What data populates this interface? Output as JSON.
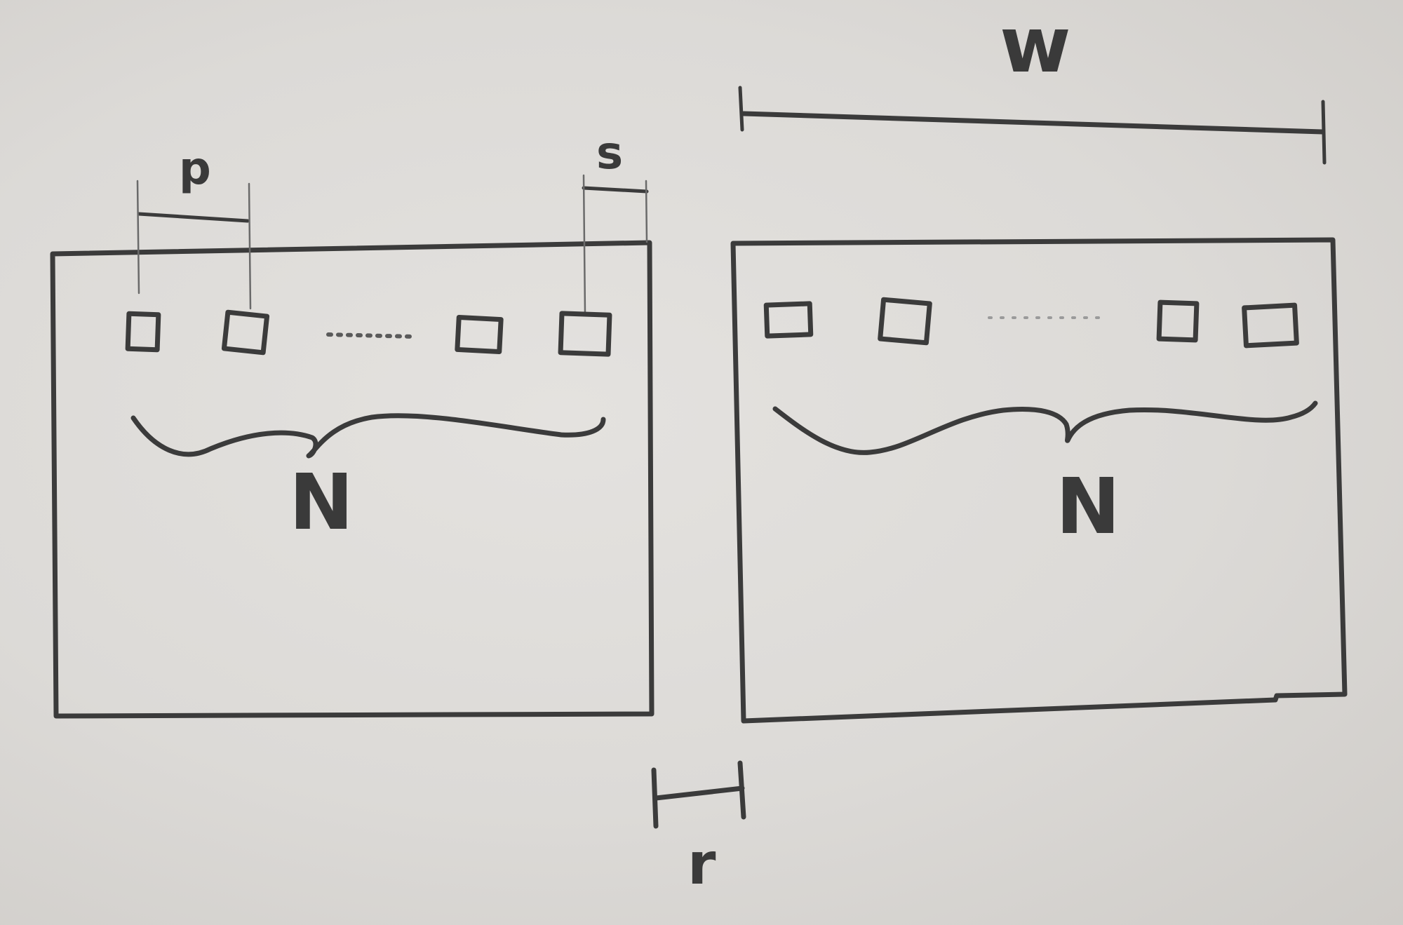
{
  "diagram": {
    "labels": {
      "pitch": "p",
      "spacing": "s",
      "width": "w",
      "count_left": "N",
      "count_right": "N",
      "gap": "r"
    },
    "colors": {
      "paper": "#dcdad7",
      "pencil": "#3b3b3b"
    }
  }
}
